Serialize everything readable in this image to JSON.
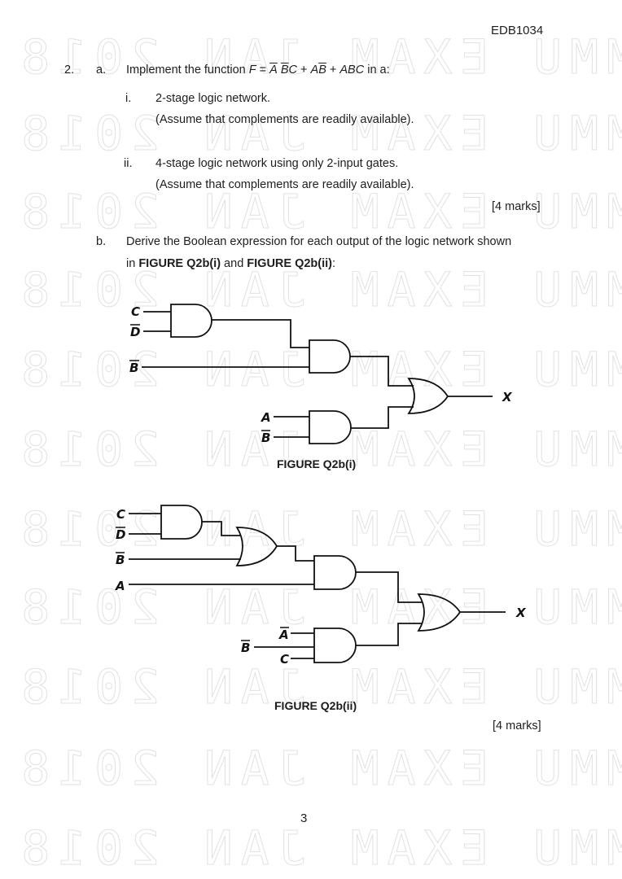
{
  "watermark": {
    "text": "MMU EXAM JAN 2018",
    "mirrored": true,
    "color": "#d8d8d8"
  },
  "header": {
    "course_code": "EDB1034"
  },
  "question": {
    "number": "2.",
    "part_a": {
      "label": "a.",
      "intro_prefix": "Implement the function ",
      "function_expr": {
        "lhs": "F",
        "eq": " = ",
        "term1_a": "A",
        "term1_b": "B",
        "term1_c": "C",
        "plus1": " + ",
        "term2_a": "A",
        "term2_b": "B",
        "plus2": " + ",
        "term3": "ABC"
      },
      "intro_suffix": " in a:",
      "items": [
        {
          "label": "i.",
          "text": "2-stage logic network.",
          "note": "(Assume that complements are readily available)."
        },
        {
          "label": "ii.",
          "text": "4-stage logic network using only 2-input gates.",
          "note": "(Assume that complements are readily available)."
        }
      ],
      "marks": "[4 marks]"
    },
    "part_b": {
      "label": "b.",
      "line1": "Derive the Boolean expression for each output of the logic network shown",
      "line2_prefix": "in ",
      "fig1_ref": "FIGURE Q2b(i)",
      "line2_mid": " and ",
      "fig2_ref": "FIGURE Q2b(ii)",
      "line2_suffix": ":",
      "marks": "[4 marks]"
    }
  },
  "figure_1": {
    "caption": "FIGURE Q2b(i)",
    "inputs": {
      "c": "C",
      "d_bar": "D",
      "b_bar_1": "B",
      "a": "A",
      "b_bar_2": "B"
    },
    "output": "X",
    "gates": [
      "AND(C, D̄)",
      "AND(AND1, B̄)",
      "AND(A, B̄)",
      "OR(AND2, AND3)"
    ]
  },
  "figure_2": {
    "caption": "FIGURE Q2b(ii)",
    "inputs": {
      "c": "C",
      "d_bar": "D",
      "b_bar_1": "B",
      "a": "A",
      "a_bar": "A",
      "b_bar_2": "B",
      "c_2": "C"
    },
    "output": "X",
    "gates": [
      "AND(C, D̄)",
      "OR(AND1, B̄)",
      "AND(OR1, A)",
      "AND(Ā, B̄, C)",
      "OR(AND2, AND3)"
    ]
  },
  "footer": {
    "page_number": "3"
  }
}
